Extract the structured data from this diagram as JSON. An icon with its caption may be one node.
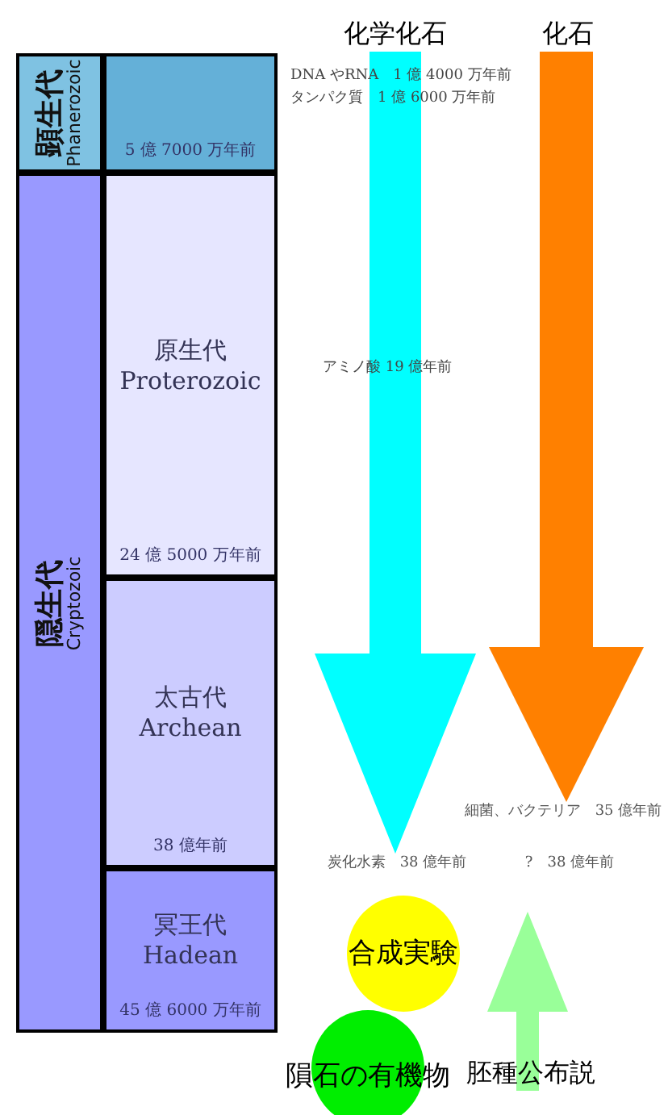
{
  "diagram": {
    "nodes": [
      {
        "text": [
          "顕生代",
          "Phanerozoic"
        ]
      },
      {
        "text": [
          "5 億 7000 万年前"
        ]
      },
      {
        "text": [
          "隠生代",
          "Cryptozoic"
        ]
      },
      {
        "text": [
          "原生代",
          "Proterozoic",
          "24 億 5000 万年前"
        ]
      },
      {
        "text": [
          "太古代",
          "Archean",
          "38 億年前"
        ]
      },
      {
        "text": [
          "冥王代",
          "Hadean",
          "45 億 6000 万年前"
        ]
      },
      {
        "text": [
          "化学化石"
        ]
      },
      {
        "text": [
          "化石"
        ]
      },
      {
        "text": [
          "炭化水素　38 億年前"
        ]
      },
      {
        "text": [
          "細菌、バクテリア　35 億年前"
        ]
      },
      {
        "text": [
          "?　38 億年前"
        ]
      },
      {
        "text": [
          "合成実験"
        ]
      },
      {
        "text": [
          "隕石の有機物"
        ]
      },
      {
        "text": [
          "胚種公布説"
        ]
      }
    ],
    "edges": [
      {
        "from": 6,
        "to": 8,
        "arrow": "to",
        "style": "thick",
        "color": "#00ffff"
      },
      {
        "from": 7,
        "to": 9,
        "arrow": "to",
        "style": "thick",
        "color": "#ff8000"
      },
      {
        "from": 13,
        "to": 10,
        "arrow": "to",
        "style": "thick",
        "color": "#99ff99"
      }
    ],
    "labels": [
      "DNA やRNA　1 億 4000 万年前",
      "タンパク質　1 億 6000 万年前",
      "アミノ酸 19 億年前"
    ]
  }
}
